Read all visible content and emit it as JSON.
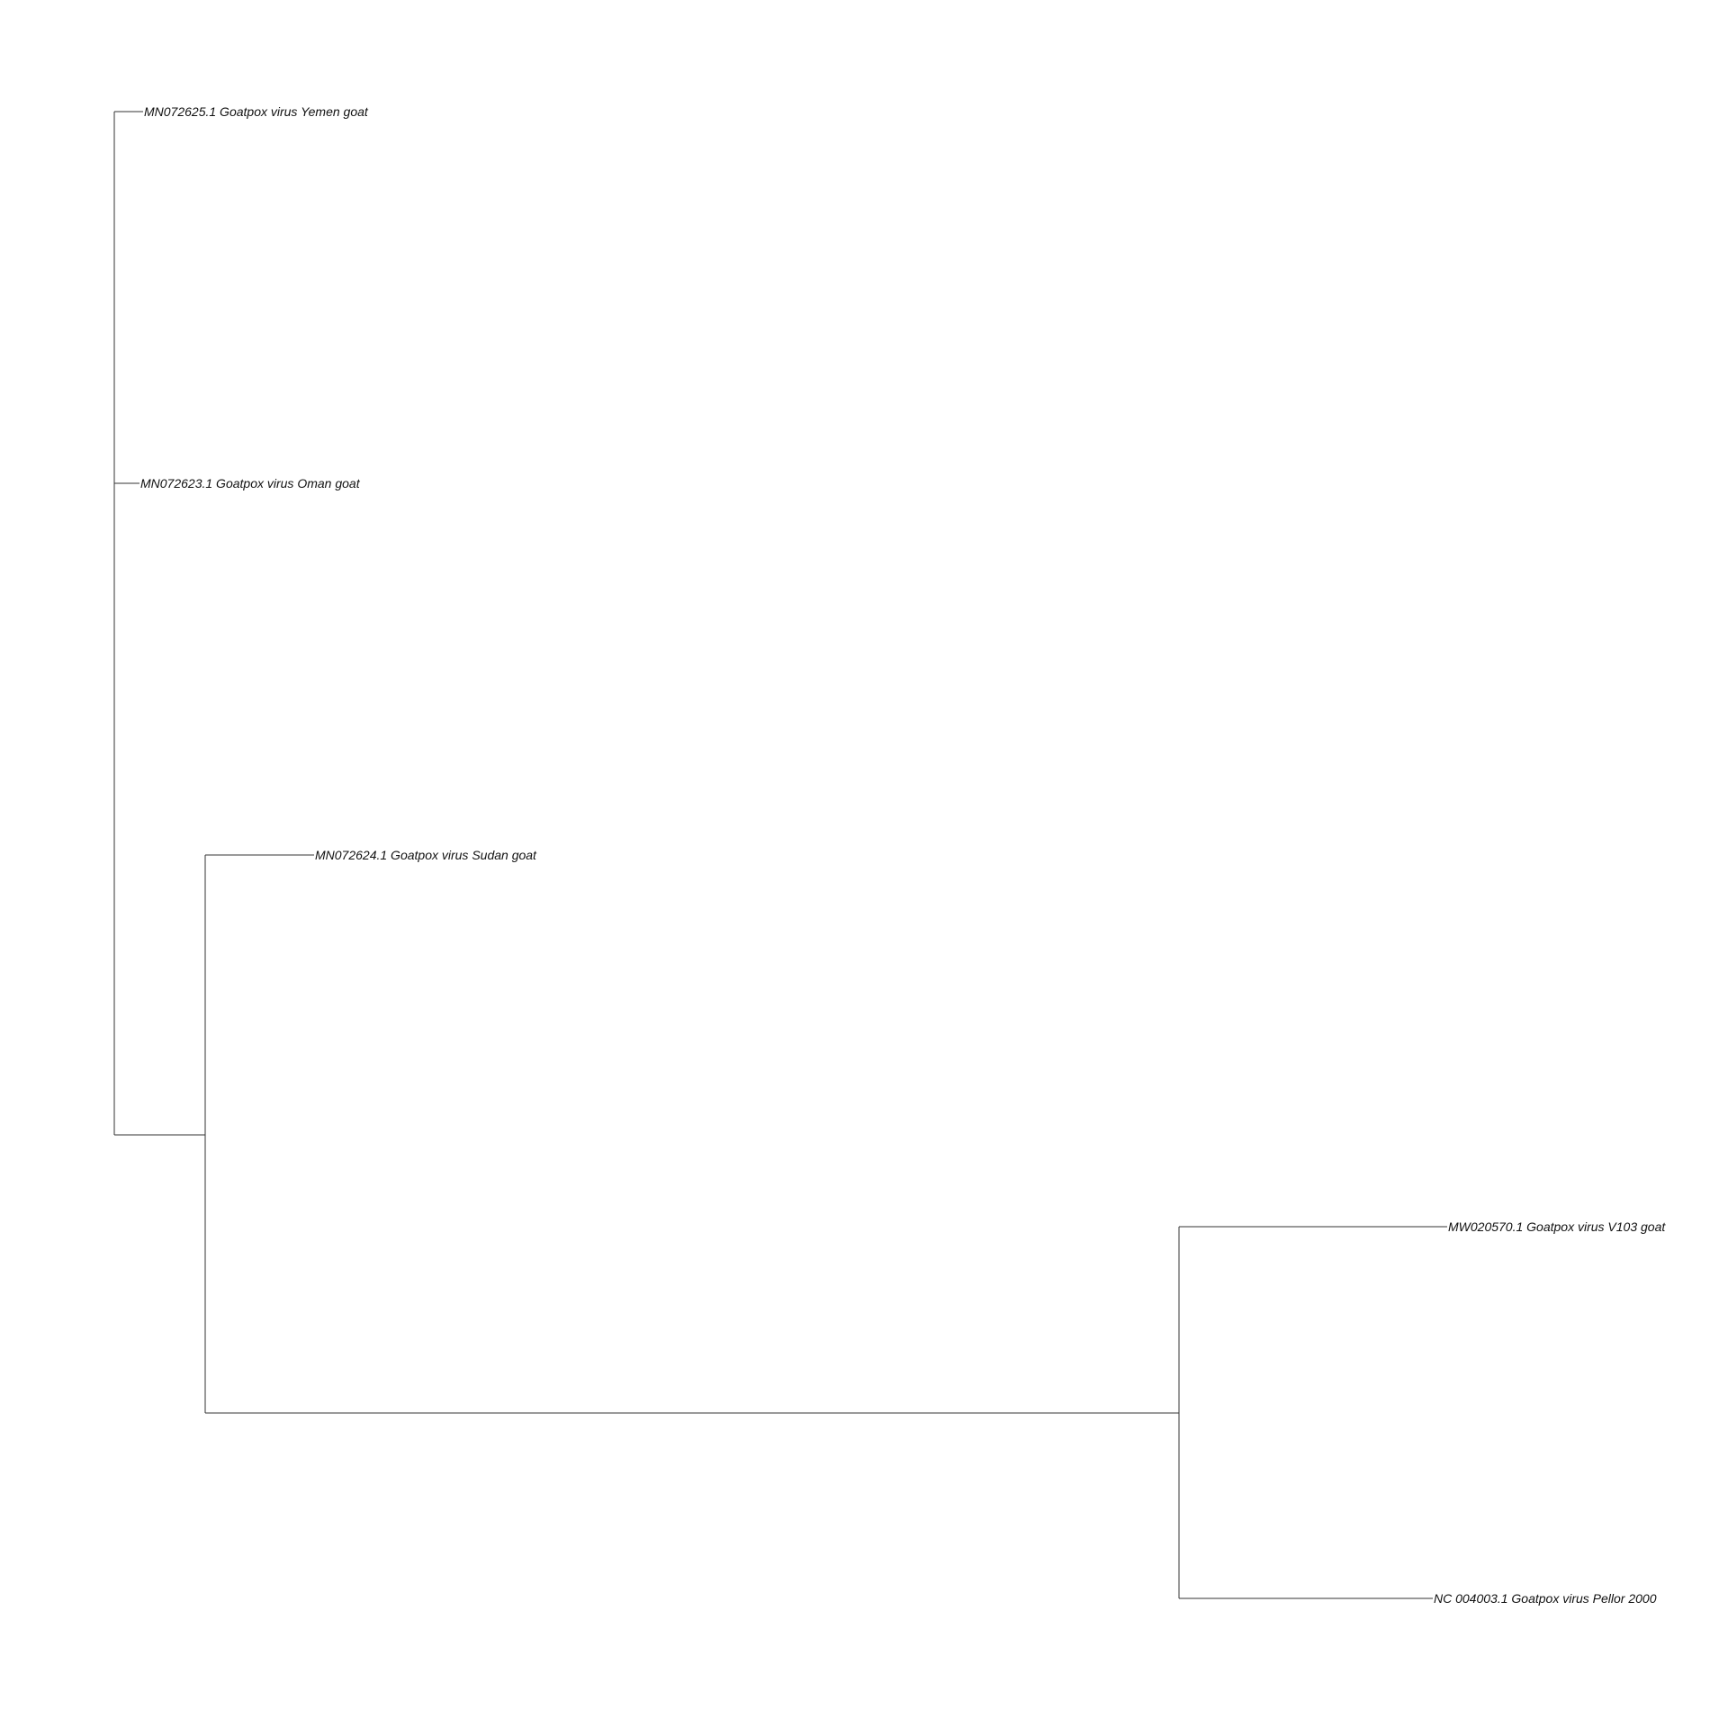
{
  "tree": {
    "tips": [
      {
        "id": "yemen",
        "label": "MN072625.1 Goatpox virus Yemen goat"
      },
      {
        "id": "oman",
        "label": "MN072623.1 Goatpox virus Oman goat"
      },
      {
        "id": "sudan",
        "label": "MN072624.1 Goatpox virus Sudan goat"
      },
      {
        "id": "v103",
        "label": "MW020570.1 Goatpox virus V103 goat"
      },
      {
        "id": "pellor",
        "label": "NC 004003.1 Goatpox virus Pellor 2000"
      }
    ]
  }
}
